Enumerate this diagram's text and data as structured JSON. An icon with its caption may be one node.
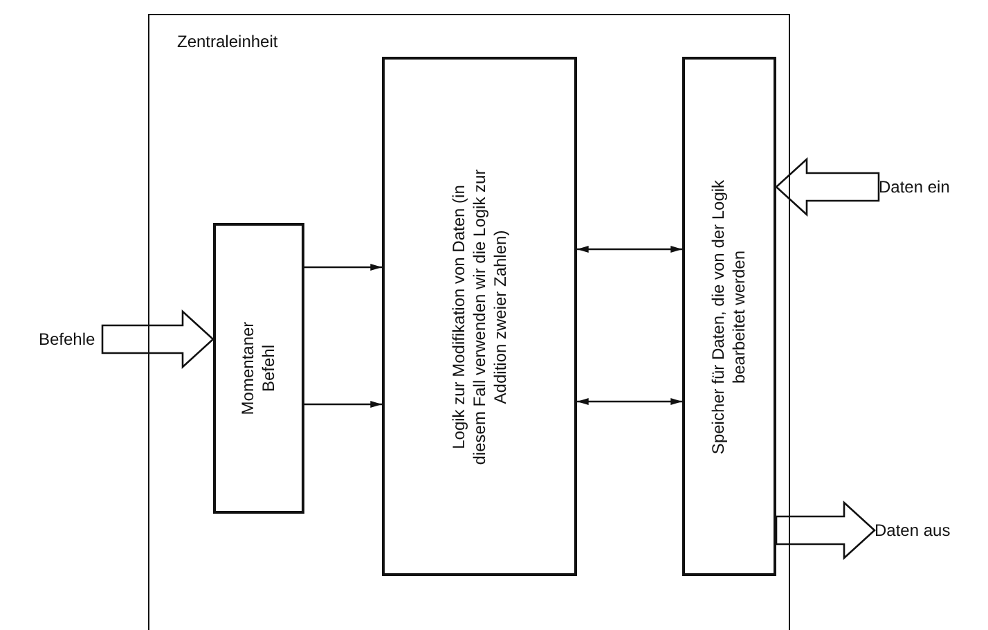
{
  "diagram": {
    "nodes": [
      {
        "text": [
          "Zentraleinheit"
        ]
      },
      {
        "text": [
          "Befehle"
        ]
      },
      {
        "text": [
          "Momentaner Befehl"
        ],
        "in": 0
      },
      {
        "text": [
          "Logik zur Modifikation von Daten (in diesem Fall verwenden wir die Logik zur Addition zweier Zahlen)"
        ],
        "in": 0
      },
      {
        "text": [
          "Speicher für Daten, die von der Logik bearbeitet werden"
        ],
        "in": 0
      },
      {
        "text": [
          "Daten ein"
        ]
      },
      {
        "text": [
          "Daten aus"
        ]
      }
    ],
    "edges": [
      {
        "from": 1,
        "to": 2,
        "arrow": "to",
        "style": "thick"
      },
      {
        "from": 2,
        "to": 3,
        "arrow": "to"
      },
      {
        "from": 2,
        "to": 3,
        "arrow": "to"
      },
      {
        "from": 3,
        "to": 4,
        "arrow": "both"
      },
      {
        "from": 3,
        "to": 4,
        "arrow": "both"
      },
      {
        "from": 5,
        "to": 4,
        "arrow": "to",
        "style": "thick"
      },
      {
        "from": 4,
        "to": 6,
        "arrow": "to",
        "style": "thick"
      }
    ]
  }
}
